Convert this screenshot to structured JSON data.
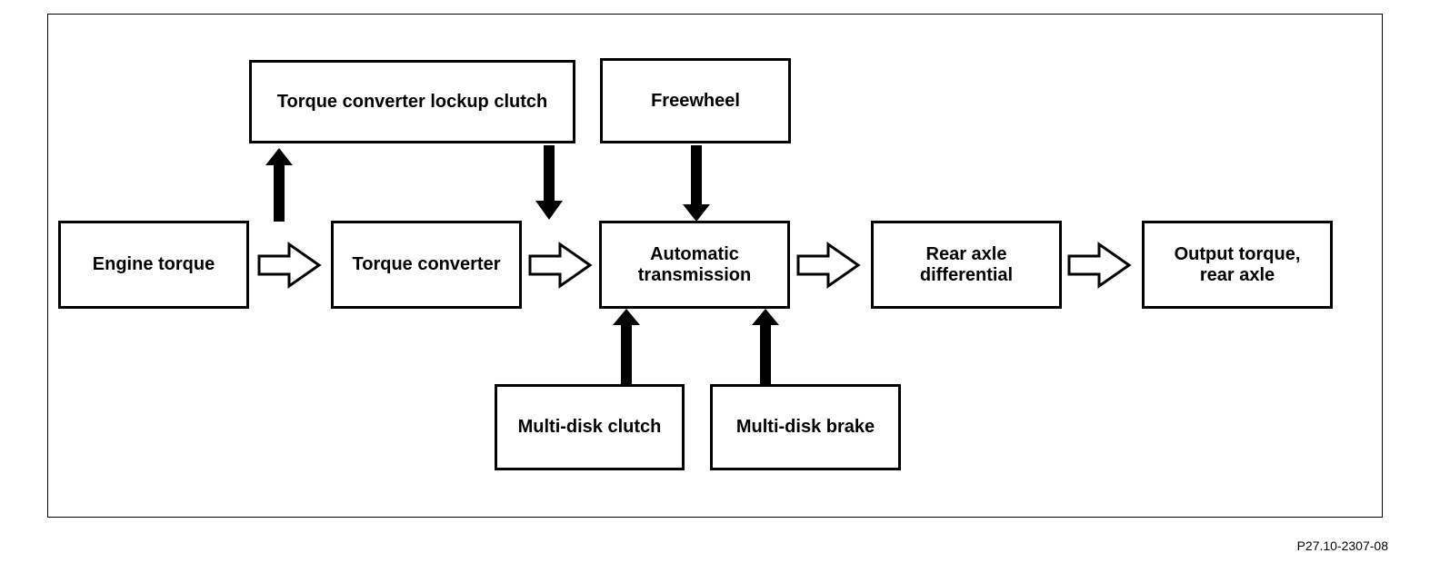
{
  "diagram": {
    "nodes": {
      "lockup_clutch": "Torque converter lockup clutch",
      "freewheel": "Freewheel",
      "engine_torque": "Engine torque",
      "torque_converter": "Torque converter",
      "automatic_transmission": "Automatic\ntransmission",
      "rear_axle_differential": "Rear axle\ndifferential",
      "output_torque": "Output torque,\nrear axle",
      "multi_disk_clutch": "Multi-disk clutch",
      "multi_disk_brake": "Multi-disk brake"
    },
    "edges": [
      {
        "from": "engine_torque",
        "to": "torque_converter",
        "style": "hollow"
      },
      {
        "from": "torque_converter",
        "to": "automatic_transmission",
        "style": "hollow"
      },
      {
        "from": "automatic_transmission",
        "to": "rear_axle_differential",
        "style": "hollow"
      },
      {
        "from": "rear_axle_differential",
        "to": "output_torque",
        "style": "hollow"
      },
      {
        "from": "engine_torque",
        "to": "lockup_clutch",
        "style": "solid"
      },
      {
        "from": "lockup_clutch",
        "to": "torque_converter",
        "style": "solid"
      },
      {
        "from": "freewheel",
        "to": "automatic_transmission",
        "style": "solid"
      },
      {
        "from": "multi_disk_clutch",
        "to": "automatic_transmission",
        "style": "solid"
      },
      {
        "from": "multi_disk_brake",
        "to": "automatic_transmission",
        "style": "solid"
      }
    ]
  },
  "reference_code": "P27.10-2307-08"
}
